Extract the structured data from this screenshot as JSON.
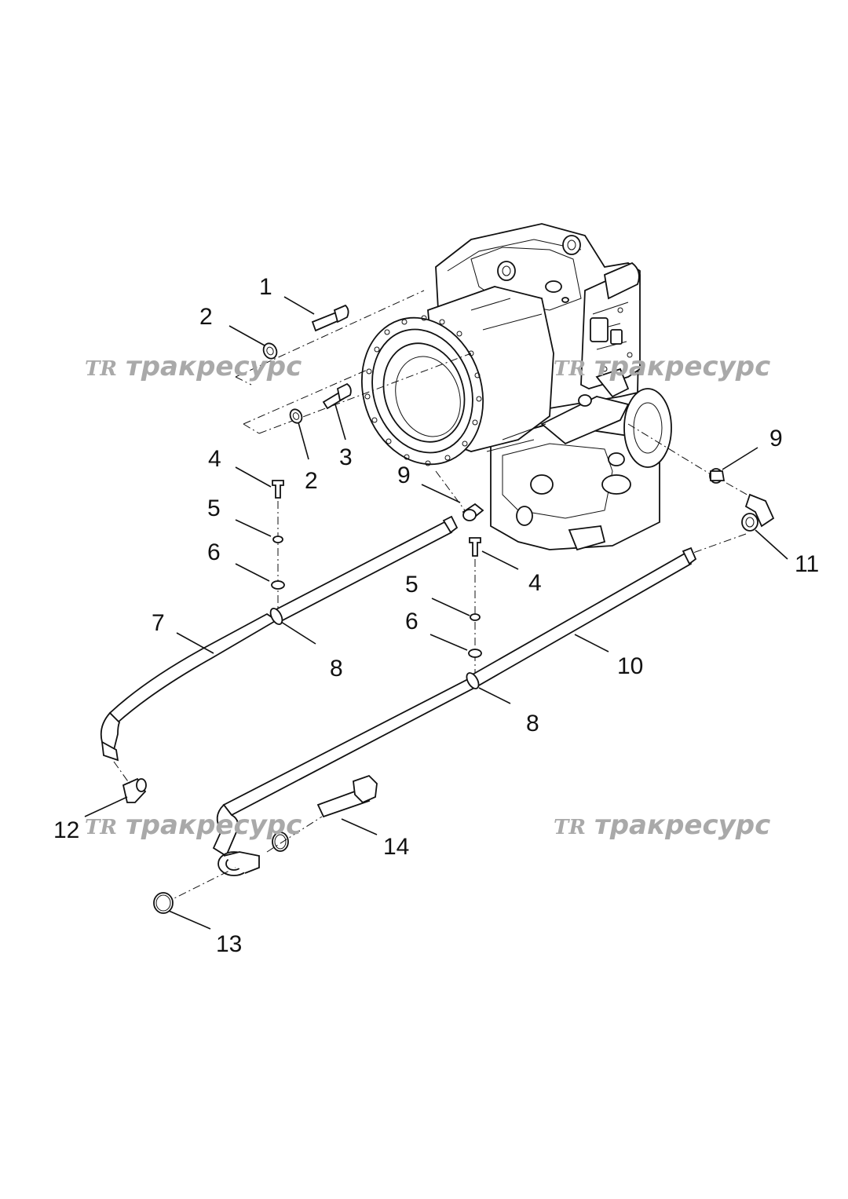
{
  "watermarks": [
    {
      "logo": "TR",
      "text": "тракресурс"
    },
    {
      "logo": "TR",
      "text": "тракресурс"
    },
    {
      "logo": "TR",
      "text": "тракресурс"
    },
    {
      "logo": "TR",
      "text": "тракресурс"
    }
  ],
  "callouts": [
    "1",
    "2",
    "2",
    "3",
    "4",
    "5",
    "6",
    "9",
    "9",
    "11",
    "4",
    "5",
    "6",
    "7",
    "8",
    "10",
    "8",
    "12",
    "14",
    "13"
  ],
  "colors": {
    "line": "#111111",
    "watermark": "#a9a9a9",
    "background": "#ffffff"
  }
}
